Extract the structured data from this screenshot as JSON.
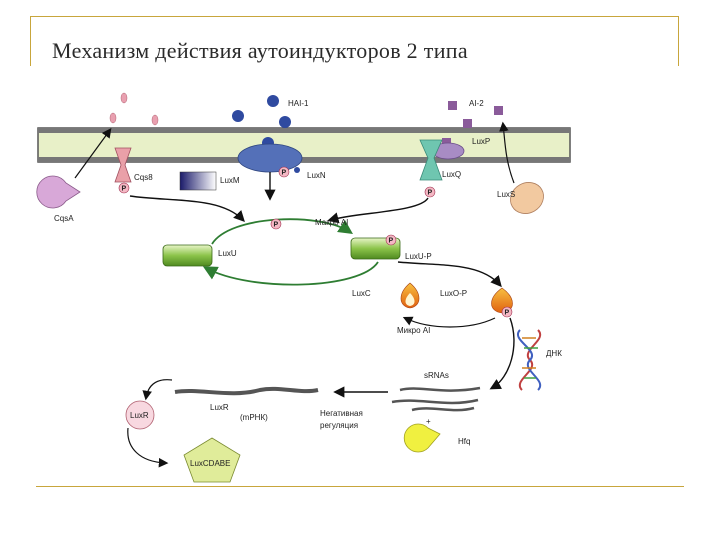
{
  "slide": {
    "title": "Механизм действия аутоиндукторов 2 типа"
  },
  "diagram": {
    "labels": {
      "hai1": "HAI-1",
      "ai2": "AI-2",
      "luxP": "LuxP",
      "cqs8": "Cqs8",
      "luxM": "LuxM",
      "luxN": "LuxN",
      "luxQ": "LuxQ",
      "cqsA": "CqsA",
      "luxS": "LuxS",
      "macroAI": "Макро AI",
      "luxU": "LuxU",
      "luxUP": "LuxU-P",
      "luxC": "LuxC",
      "luxOP": "LuxO-P",
      "microAI": "Микро AI",
      "dna": "ДНК",
      "srnas": "sRNAs",
      "hfq": "Hfq",
      "plus": "+",
      "negReg1": "Негативная",
      "negReg2": "регуляция",
      "luxR": "LuxR",
      "mrna": "(mРНК)",
      "luxRProt": "LuxR",
      "luxCDABE": "LuxCDABE",
      "phos": "P"
    },
    "colors": {
      "membrane": "#e8f0c8",
      "membraneBorder": "#555555",
      "cycleArrow": "#2e7d32",
      "luxN": "#5470b8",
      "hai1Dot": "#2f4aa0",
      "ai2Square": "#8a5b9a",
      "luxQ": "#6fc6b0",
      "luxP": "#a88cc4",
      "cqs8": "#e9a0a8",
      "cqsA": "#d8a8d8",
      "luxS": "#f2c9a0",
      "pCircle": "#f4b8c4",
      "greenBar": "#8cc44a",
      "luxR": "#f8d8e0",
      "luxCDABE": "#e0ec9a",
      "hfq": "#f0f040",
      "luxOFlame": "#f08020"
    }
  }
}
